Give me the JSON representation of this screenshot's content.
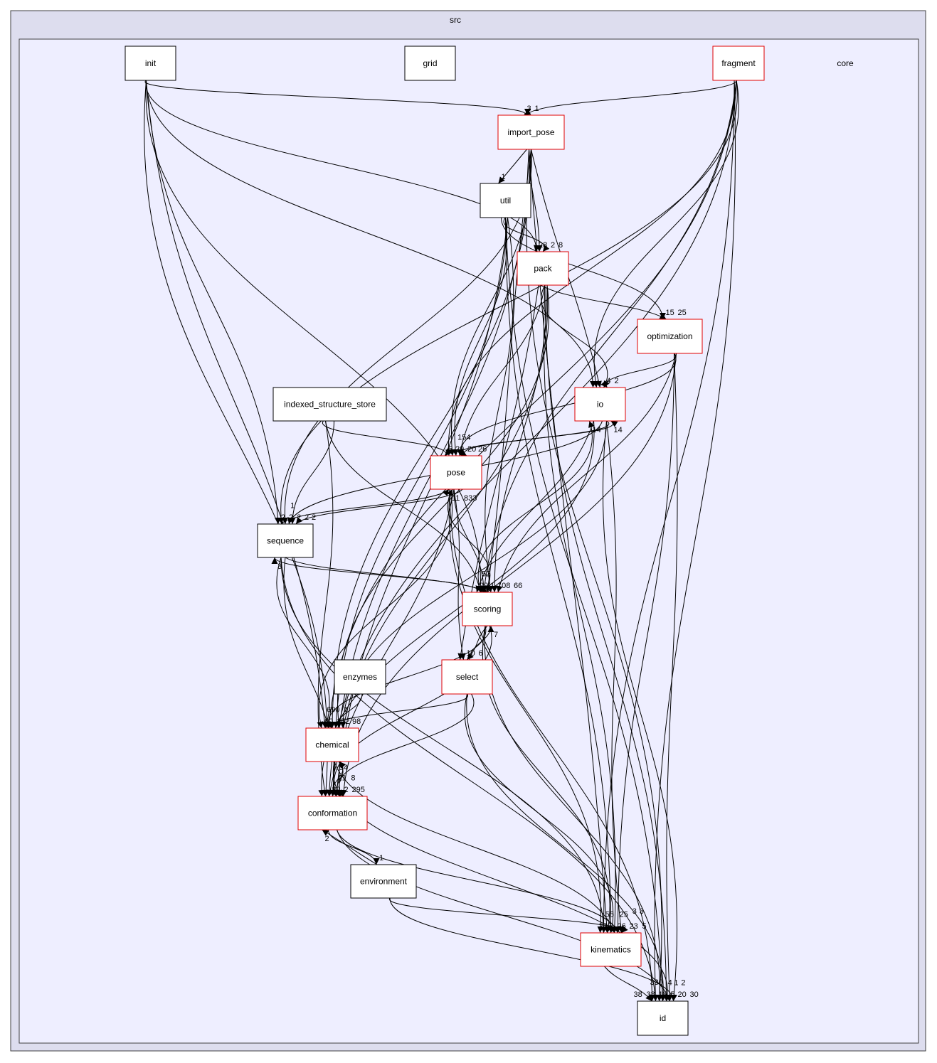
{
  "clusters": {
    "outer": {
      "label": "src",
      "fill": "#ddddee",
      "border": "#404040"
    },
    "inner": {
      "label": "core",
      "fill": "#eeeeff",
      "border": "#404040"
    }
  },
  "colors": {
    "node_fill": "#ffffff",
    "node_border_plain": "#000000",
    "node_border_has_children": "#e00000",
    "edge": "#000000"
  },
  "nodes": [
    {
      "id": "init",
      "label": "init",
      "has_children": false
    },
    {
      "id": "grid",
      "label": "grid",
      "has_children": false
    },
    {
      "id": "fragment",
      "label": "fragment",
      "has_children": true
    },
    {
      "id": "import_pose",
      "label": "import_pose",
      "has_children": true
    },
    {
      "id": "util",
      "label": "util",
      "has_children": false
    },
    {
      "id": "pack",
      "label": "pack",
      "has_children": true
    },
    {
      "id": "optimization",
      "label": "optimization",
      "has_children": true
    },
    {
      "id": "io",
      "label": "io",
      "has_children": true
    },
    {
      "id": "indexed_structure_store",
      "label": "indexed_structure_store",
      "has_children": false
    },
    {
      "id": "pose",
      "label": "pose",
      "has_children": true
    },
    {
      "id": "sequence",
      "label": "sequence",
      "has_children": false
    },
    {
      "id": "scoring",
      "label": "scoring",
      "has_children": true
    },
    {
      "id": "enzymes",
      "label": "enzymes",
      "has_children": false
    },
    {
      "id": "select",
      "label": "select",
      "has_children": true
    },
    {
      "id": "chemical",
      "label": "chemical",
      "has_children": true
    },
    {
      "id": "conformation",
      "label": "conformation",
      "has_children": true
    },
    {
      "id": "environment",
      "label": "environment",
      "has_children": false
    },
    {
      "id": "kinematics",
      "label": "kinematics",
      "has_children": true
    },
    {
      "id": "id",
      "label": "id",
      "has_children": false
    }
  ],
  "edges": [
    {
      "from": "init",
      "to": "import_pose",
      "label": "3"
    },
    {
      "from": "init",
      "to": "pack",
      "label": "28"
    },
    {
      "from": "init",
      "to": "io",
      "label": ""
    },
    {
      "from": "init",
      "to": "sequence",
      "label": "2"
    },
    {
      "from": "init",
      "to": "chemical",
      "label": ""
    },
    {
      "from": "init",
      "to": "conformation",
      "label": ""
    },
    {
      "from": "init",
      "to": "scoring",
      "label": ""
    },
    {
      "from": "fragment",
      "to": "import_pose",
      "label": "1"
    },
    {
      "from": "fragment",
      "to": "pose",
      "label": ""
    },
    {
      "from": "fragment",
      "to": "io",
      "label": ""
    },
    {
      "from": "fragment",
      "to": "scoring",
      "label": ""
    },
    {
      "from": "fragment",
      "to": "conformation",
      "label": ""
    },
    {
      "from": "fragment",
      "to": "kinematics",
      "label": ""
    },
    {
      "from": "fragment",
      "to": "id",
      "label": "18"
    },
    {
      "from": "fragment",
      "to": "sequence",
      "label": "2"
    },
    {
      "from": "fragment",
      "to": "chemical",
      "label": ""
    },
    {
      "from": "import_pose",
      "to": "util",
      "label": "1"
    },
    {
      "from": "import_pose",
      "to": "pack",
      "label": "2"
    },
    {
      "from": "import_pose",
      "to": "pose",
      "label": "29"
    },
    {
      "from": "import_pose",
      "to": "io",
      "label": ""
    },
    {
      "from": "import_pose",
      "to": "scoring",
      "label": ""
    },
    {
      "from": "import_pose",
      "to": "conformation",
      "label": ""
    },
    {
      "from": "import_pose",
      "to": "chemical",
      "label": ""
    },
    {
      "from": "import_pose",
      "to": "sequence",
      "label": "2"
    },
    {
      "from": "import_pose",
      "to": "kinematics",
      "label": ""
    },
    {
      "from": "import_pose",
      "to": "id",
      "label": "5"
    },
    {
      "from": "util",
      "to": "pack",
      "label": "8"
    },
    {
      "from": "util",
      "to": "optimization",
      "label": "15"
    },
    {
      "from": "util",
      "to": "pose",
      "label": "20"
    },
    {
      "from": "util",
      "to": "scoring",
      "label": ""
    },
    {
      "from": "util",
      "to": "conformation",
      "label": ""
    },
    {
      "from": "util",
      "to": "chemical",
      "label": ""
    },
    {
      "from": "util",
      "to": "kinematics",
      "label": ""
    },
    {
      "from": "util",
      "to": "id",
      "label": ""
    },
    {
      "from": "pack",
      "to": "optimization",
      "label": "25"
    },
    {
      "from": "pack",
      "to": "io",
      "label": "4"
    },
    {
      "from": "pack",
      "to": "pose",
      "label": "154"
    },
    {
      "from": "pack",
      "to": "scoring",
      "label": "108"
    },
    {
      "from": "pack",
      "to": "conformation",
      "label": ""
    },
    {
      "from": "pack",
      "to": "chemical",
      "label": ""
    },
    {
      "from": "pack",
      "to": "select",
      "label": ""
    },
    {
      "from": "pack",
      "to": "kinematics",
      "label": "26"
    },
    {
      "from": "pack",
      "to": "id",
      "label": "20"
    },
    {
      "from": "optimization",
      "to": "io",
      "label": "2"
    },
    {
      "from": "optimization",
      "to": "pose",
      "label": ""
    },
    {
      "from": "optimization",
      "to": "scoring",
      "label": "66"
    },
    {
      "from": "optimization",
      "to": "conformation",
      "label": ""
    },
    {
      "from": "optimization",
      "to": "kinematics",
      "label": "23"
    },
    {
      "from": "optimization",
      "to": "id",
      "label": "4"
    },
    {
      "from": "io",
      "to": "pose",
      "label": "26"
    },
    {
      "from": "io",
      "to": "scoring",
      "label": "29"
    },
    {
      "from": "io",
      "to": "sequence",
      "label": "2"
    },
    {
      "from": "io",
      "to": "chemical",
      "label": ""
    },
    {
      "from": "io",
      "to": "conformation",
      "label": ""
    },
    {
      "from": "io",
      "to": "kinematics",
      "label": "25"
    },
    {
      "from": "io",
      "to": "id",
      "label": ""
    },
    {
      "from": "indexed_structure_store",
      "to": "pose",
      "label": "5"
    },
    {
      "from": "indexed_structure_store",
      "to": "sequence",
      "label": "1"
    },
    {
      "from": "indexed_structure_store",
      "to": "scoring",
      "label": ""
    },
    {
      "from": "indexed_structure_store",
      "to": "conformation",
      "label": ""
    },
    {
      "from": "pose",
      "to": "io",
      "label": "14"
    },
    {
      "from": "pose",
      "to": "sequence",
      "label": "2"
    },
    {
      "from": "pose",
      "to": "scoring",
      "label": "52"
    },
    {
      "from": "pose",
      "to": "select",
      "label": "10"
    },
    {
      "from": "pose",
      "to": "chemical",
      "label": "60"
    },
    {
      "from": "pose",
      "to": "conformation",
      "label": "82"
    },
    {
      "from": "pose",
      "to": "kinematics",
      "label": "228"
    },
    {
      "from": "pose",
      "to": "id",
      "label": "38"
    },
    {
      "from": "sequence",
      "to": "pose",
      "label": "11"
    },
    {
      "from": "sequence",
      "to": "scoring",
      "label": "1"
    },
    {
      "from": "sequence",
      "to": "chemical",
      "label": "152"
    },
    {
      "from": "sequence",
      "to": "conformation",
      "label": "2"
    },
    {
      "from": "sequence",
      "to": "kinematics",
      "label": ""
    },
    {
      "from": "sequence",
      "to": "id",
      "label": ""
    },
    {
      "from": "scoring",
      "to": "pose",
      "label": "833"
    },
    {
      "from": "scoring",
      "to": "io",
      "label": "14"
    },
    {
      "from": "scoring",
      "to": "select",
      "label": "6"
    },
    {
      "from": "scoring",
      "to": "sequence",
      "label": "3"
    },
    {
      "from": "scoring",
      "to": "chemical",
      "label": "690"
    },
    {
      "from": "scoring",
      "to": "conformation",
      "label": "295"
    },
    {
      "from": "scoring",
      "to": "kinematics",
      "label": "55"
    },
    {
      "from": "scoring",
      "to": "id",
      "label": "330"
    },
    {
      "from": "select",
      "to": "scoring",
      "label": "7"
    },
    {
      "from": "select",
      "to": "chemical",
      "label": "98"
    },
    {
      "from": "select",
      "to": "conformation",
      "label": "21"
    },
    {
      "from": "select",
      "to": "kinematics",
      "label": ""
    },
    {
      "from": "select",
      "to": "id",
      "label": ""
    },
    {
      "from": "enzymes",
      "to": "chemical",
      "label": "1"
    },
    {
      "from": "chemical",
      "to": "conformation",
      "label": "8"
    },
    {
      "from": "chemical",
      "to": "kinematics",
      "label": "3"
    },
    {
      "from": "chemical",
      "to": "id",
      "label": "1"
    },
    {
      "from": "conformation",
      "to": "chemical",
      "label": "54"
    },
    {
      "from": "conformation",
      "to": "environment",
      "label": "1"
    },
    {
      "from": "conformation",
      "to": "kinematics",
      "label": "5"
    },
    {
      "from": "conformation",
      "to": "id",
      "label": "30"
    },
    {
      "from": "environment",
      "to": "conformation",
      "label": "2"
    },
    {
      "from": "environment",
      "to": "kinematics",
      "label": "3"
    },
    {
      "from": "environment",
      "to": "id",
      "label": "2"
    },
    {
      "from": "kinematics",
      "to": "id",
      "label": "38"
    }
  ]
}
